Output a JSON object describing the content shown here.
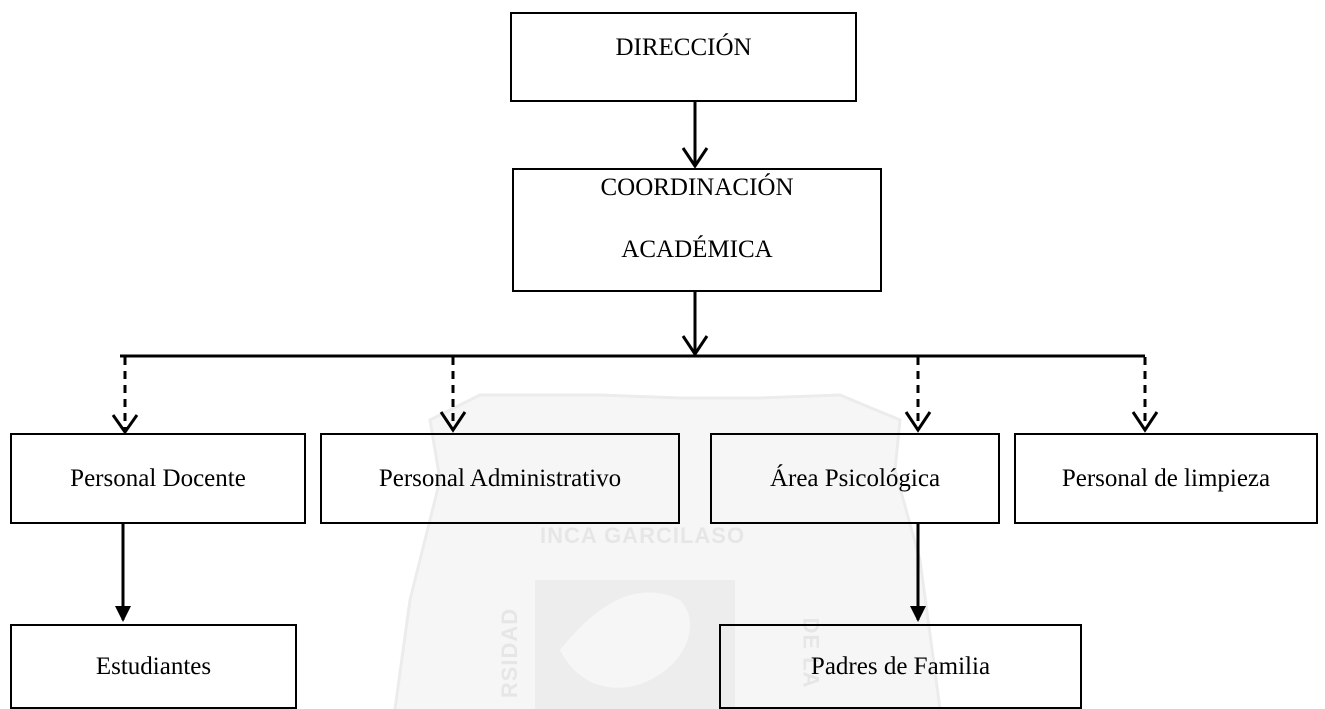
{
  "watermark": {
    "top_text": "INCA GARCILASO",
    "left_text": "RSIDAD",
    "right_text": "DE LA",
    "color": "#e6e6e6"
  },
  "nodes": {
    "direccion": {
      "label": "DIRECCIÓN"
    },
    "coordinacion": {
      "lines": [
        "COORDINACIÓN",
        "ACADÉMICA"
      ]
    },
    "personal_docente": {
      "label": "Personal Docente"
    },
    "personal_administrativo": {
      "label": "Personal Administrativo"
    },
    "area_psicologica": {
      "label": "Área Psicológica"
    },
    "personal_limpieza": {
      "label": "Personal de limpieza"
    },
    "estudiantes": {
      "label": "Estudiantes"
    },
    "padres_familia": {
      "label": "Padres de Familia"
    }
  },
  "colors": {
    "line": "#000000",
    "text": "#000000",
    "background": "#ffffff"
  }
}
